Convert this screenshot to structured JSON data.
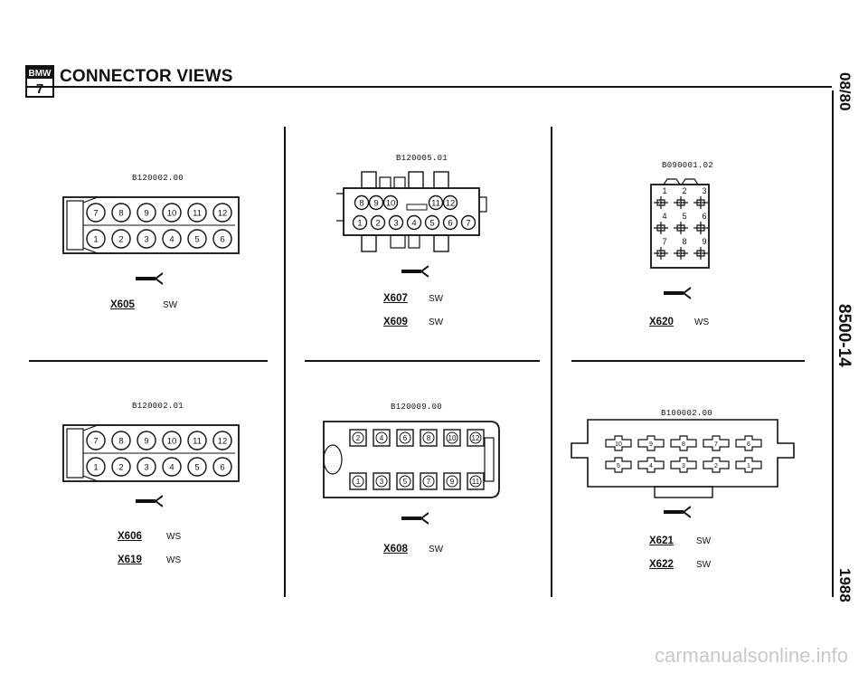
{
  "header": {
    "logo_text": "BMW",
    "logo_number": "7",
    "title": "CONNECTOR VIEWS"
  },
  "side": {
    "date": "08/80",
    "section": "8500-14",
    "year": "1988"
  },
  "watermark": "carmanualsonline.info",
  "panels": [
    {
      "code": "B120002.00",
      "labels": [
        {
          "name": "X605",
          "color": "SW"
        }
      ],
      "pins_top": [
        "7",
        "8",
        "9",
        "10",
        "11",
        "12"
      ],
      "pins_bottom": [
        "1",
        "2",
        "3",
        "4",
        "5",
        "6"
      ]
    },
    {
      "code": "B120005.01",
      "labels": [
        {
          "name": "X607",
          "color": "SW"
        },
        {
          "name": "X609",
          "color": "SW"
        }
      ],
      "pins_top": [
        "8",
        "9",
        "10",
        "11",
        "12"
      ],
      "pins_bottom": [
        "1",
        "2",
        "3",
        "4",
        "5",
        "6",
        "7"
      ]
    },
    {
      "code": "B090001.02",
      "labels": [
        {
          "name": "X620",
          "color": "WS"
        }
      ],
      "pins": [
        "1",
        "2",
        "3",
        "4",
        "5",
        "6",
        "7",
        "8",
        "9"
      ]
    },
    {
      "code": "B120002.01",
      "labels": [
        {
          "name": "X606",
          "color": "WS"
        },
        {
          "name": "X619",
          "color": "WS"
        }
      ],
      "pins_top": [
        "7",
        "8",
        "9",
        "10",
        "11",
        "12"
      ],
      "pins_bottom": [
        "1",
        "2",
        "3",
        "4",
        "5",
        "6"
      ]
    },
    {
      "code": "B120009.00",
      "labels": [
        {
          "name": "X608",
          "color": "SW"
        }
      ],
      "pins_top": [
        "2",
        "4",
        "6",
        "8",
        "10",
        "12"
      ],
      "pins_bottom": [
        "1",
        "3",
        "5",
        "7",
        "9",
        "11"
      ]
    },
    {
      "code": "B100002.00",
      "labels": [
        {
          "name": "X621",
          "color": "SW"
        },
        {
          "name": "X622",
          "color": "SW"
        }
      ],
      "pins_top": [
        "10",
        "9",
        "8",
        "7",
        "6"
      ],
      "pins_bottom": [
        "5",
        "4",
        "3",
        "2",
        "1"
      ]
    }
  ]
}
